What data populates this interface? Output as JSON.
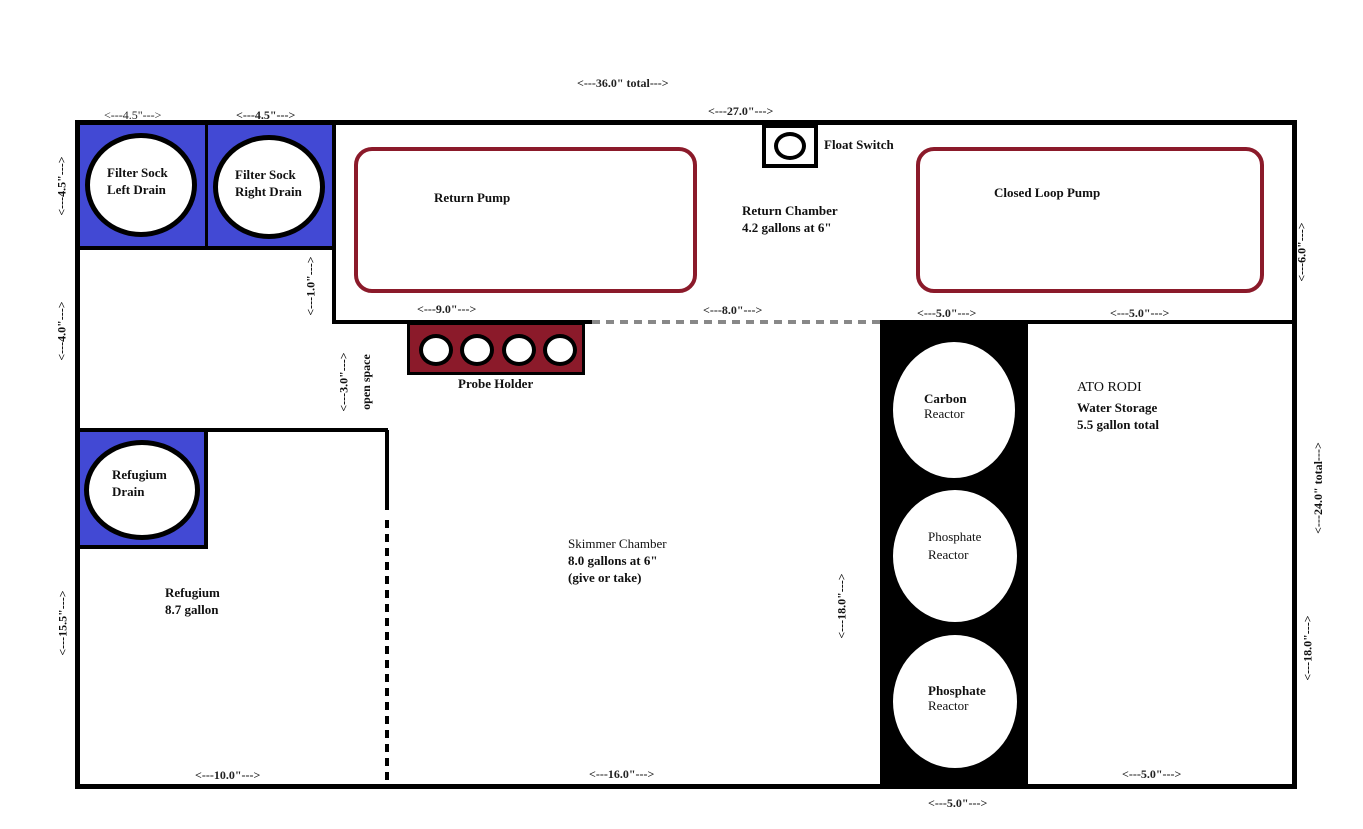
{
  "dimensions": {
    "total_width": "<---36.0\" total--->",
    "sock_left_width": "<---4.5\"--->",
    "sock_right_width": "<---4.5\"--->",
    "return_width": "<---27.0\"--->",
    "sock_height": "<---4.5\"--->",
    "gap_1": "<---1.0\"--->",
    "left_4": "<---4.0\"--->",
    "open_3": "<---3.0\"--->",
    "open_space": "open space",
    "return_height": "<---6.0\"--->",
    "pump_9": "<---9.0\"--->",
    "mid_8": "<---8.0\"--->",
    "clp_5a": "<---5.0\"--->",
    "clp_5b": "<---5.0\"--->",
    "total_height": "<---24.0\" total--->",
    "refugium_height": "<---15.5\"--->",
    "skimmer_height": "<---18.0\"--->",
    "storage_height": "<---18.0\"--->",
    "refugium_width": "<---10.0\"--->",
    "skimmer_width": "<---16.0\"--->",
    "storage_width": "<---5.0\"--->",
    "reactor_width": "<---5.0\"--->"
  },
  "labels": {
    "sock_left": [
      "Filter Sock",
      "Left Drain"
    ],
    "sock_right": [
      "Filter Sock",
      "Right Drain"
    ],
    "return_pump": "Return Pump",
    "float_switch": "Float Switch",
    "return_chamber": [
      "Return Chamber",
      "4.2 gallons at 6\""
    ],
    "closed_loop_pump": "Closed Loop Pump",
    "probe_holder": "Probe Holder",
    "refugium_drain": [
      "Refugium",
      "Drain"
    ],
    "refugium": [
      "Refugium",
      "8.7 gallon"
    ],
    "skimmer": [
      "Skimmer Chamber",
      "8.0 gallons at 6\"",
      "(give or take)"
    ],
    "carbon_reactor": [
      "Carbon",
      "Reactor"
    ],
    "phosphate_reactor_1": [
      "Phosphate",
      "Reactor"
    ],
    "phosphate_reactor_2": [
      "Phosphate",
      "Reactor"
    ],
    "storage": [
      "ATO RODI",
      "Water Storage",
      "5.5 gallon total"
    ]
  },
  "colors": {
    "drain_blue": "#4249d4",
    "pump_red": "#8b1a2a",
    "outline": "#000000"
  }
}
